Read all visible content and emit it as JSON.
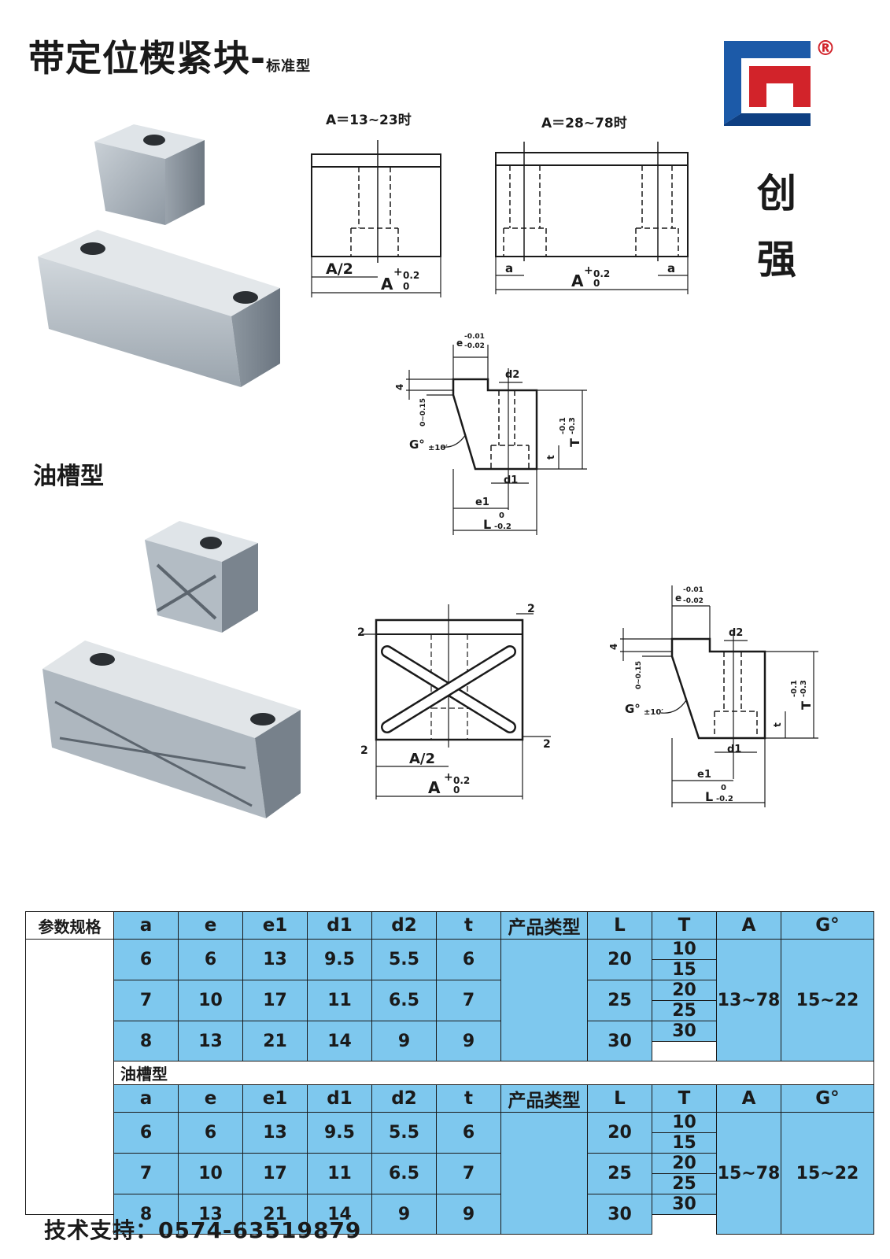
{
  "title": "带定位楔紧块-",
  "subtitle": "标准型",
  "brand_chars": [
    "创",
    "强"
  ],
  "registered_mark": "®",
  "oil_groove_label": "油槽型",
  "diagrams": {
    "small_caption": "A＝13~23时",
    "large_caption": "A＝28~78时",
    "half_a": "A/2",
    "dim_a": "A",
    "tol_plus": "+",
    "tol_02": "0.2",
    "tol_0": "0",
    "a_label": "a",
    "e_label": "e",
    "e_tol_top": "-0.01",
    "e_tol_bot": "-0.02",
    "d1": "d1",
    "d2": "d2",
    "e1": "e1",
    "L": "L",
    "L_tol_top": "0",
    "L_tol_bot": "-0.2",
    "T": "T",
    "T_tol_top": "-0.1",
    "T_tol_bot": "-0.3",
    "t": "t",
    "G": "G°",
    "G_tol": "±10′",
    "four": "4",
    "range_015": "0~0.15",
    "two": "2"
  },
  "table": {
    "row_label": "参数规格",
    "headers": [
      "a",
      "e",
      "e1",
      "d1",
      "d2",
      "t",
      "产品类型",
      "L",
      "T",
      "A",
      "G°"
    ],
    "rows": [
      [
        "6",
        "6",
        "13",
        "9.5",
        "5.5",
        "6"
      ],
      [
        "7",
        "10",
        "17",
        "11",
        "6.5",
        "7"
      ],
      [
        "8",
        "13",
        "21",
        "14",
        "9",
        "9"
      ]
    ],
    "L_values": [
      "20",
      "25",
      "30"
    ],
    "T_values": [
      "10",
      "15",
      "20",
      "25",
      "30"
    ],
    "A_standard": "13~78",
    "A_oil": "15~78",
    "G_value": "15~22",
    "oil_label": "油槽型"
  },
  "footer": "技术支持：0574-63519879",
  "colors": {
    "table_blue": "#7ec8ee",
    "logo_blue": "#1c5aa8",
    "logo_red": "#d2232a",
    "steel": "#b8c0c8"
  }
}
